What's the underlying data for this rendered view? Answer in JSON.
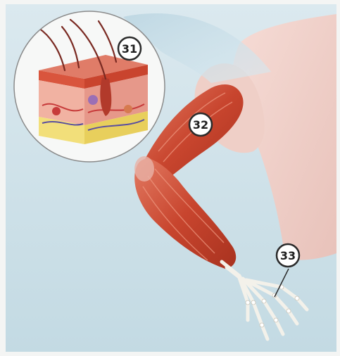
{
  "callouts": [
    {
      "id": "skin",
      "label": "31"
    },
    {
      "id": "muscle",
      "label": "32"
    },
    {
      "id": "bone",
      "label": "33"
    }
  ],
  "colors": {
    "background": "#cfe2ea",
    "paper": "#f4f5f4",
    "skin": "#f1d3cc",
    "muscle": "#c8452e",
    "muscle_highlight": "#e7826b",
    "bone": "#f3f1ea",
    "fat": "#f2df7a",
    "dermis": "#e99a8c",
    "epidermis": "#d9553d",
    "hair": "#7a2a22",
    "vessel_red": "#c73a3a",
    "vessel_blue": "#5a4fa0",
    "callout_fill": "#ffffff",
    "callout_stroke": "#2a2a2a"
  },
  "icons": [
    "magnifier-circle",
    "leader-line"
  ]
}
